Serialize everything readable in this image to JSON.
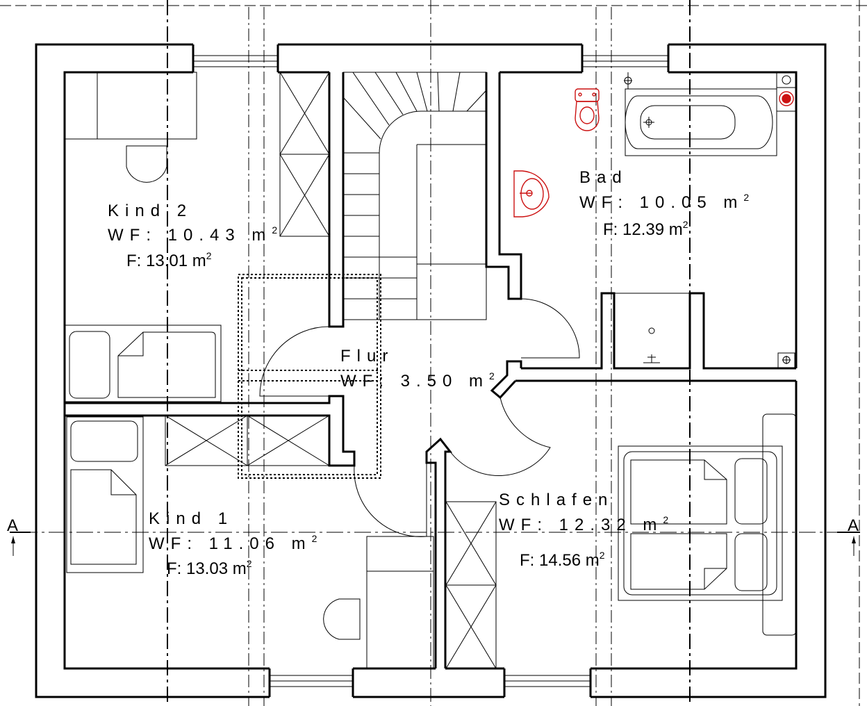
{
  "rooms": {
    "kind2": {
      "name": "Kind 2",
      "wf_prefix": "WF: 10.43 m",
      "f_prefix": "F: 13.01 m",
      "sup": "2"
    },
    "bad": {
      "name": "Bad",
      "wf_prefix": "WF: 10.05 m",
      "f_prefix": "F: 12.39 m",
      "sup": "2"
    },
    "flur": {
      "name": "Flur",
      "wf_prefix": "WF: 3.50 m",
      "sup": "2"
    },
    "kind1": {
      "name": "Kind 1",
      "wf_prefix": "WF: 11.06 m",
      "f_prefix": "F: 13.03 m",
      "sup": "2"
    },
    "schlafen": {
      "name": "Schlafen",
      "wf_prefix": "WF: 12.32 m",
      "f_prefix": "F: 14.56 m",
      "sup": "2"
    }
  },
  "section_marker": {
    "label": "A"
  },
  "colors": {
    "wall": "#000000",
    "line": "#222222",
    "sanitary": "#cc1111",
    "background": "#ffffff"
  }
}
